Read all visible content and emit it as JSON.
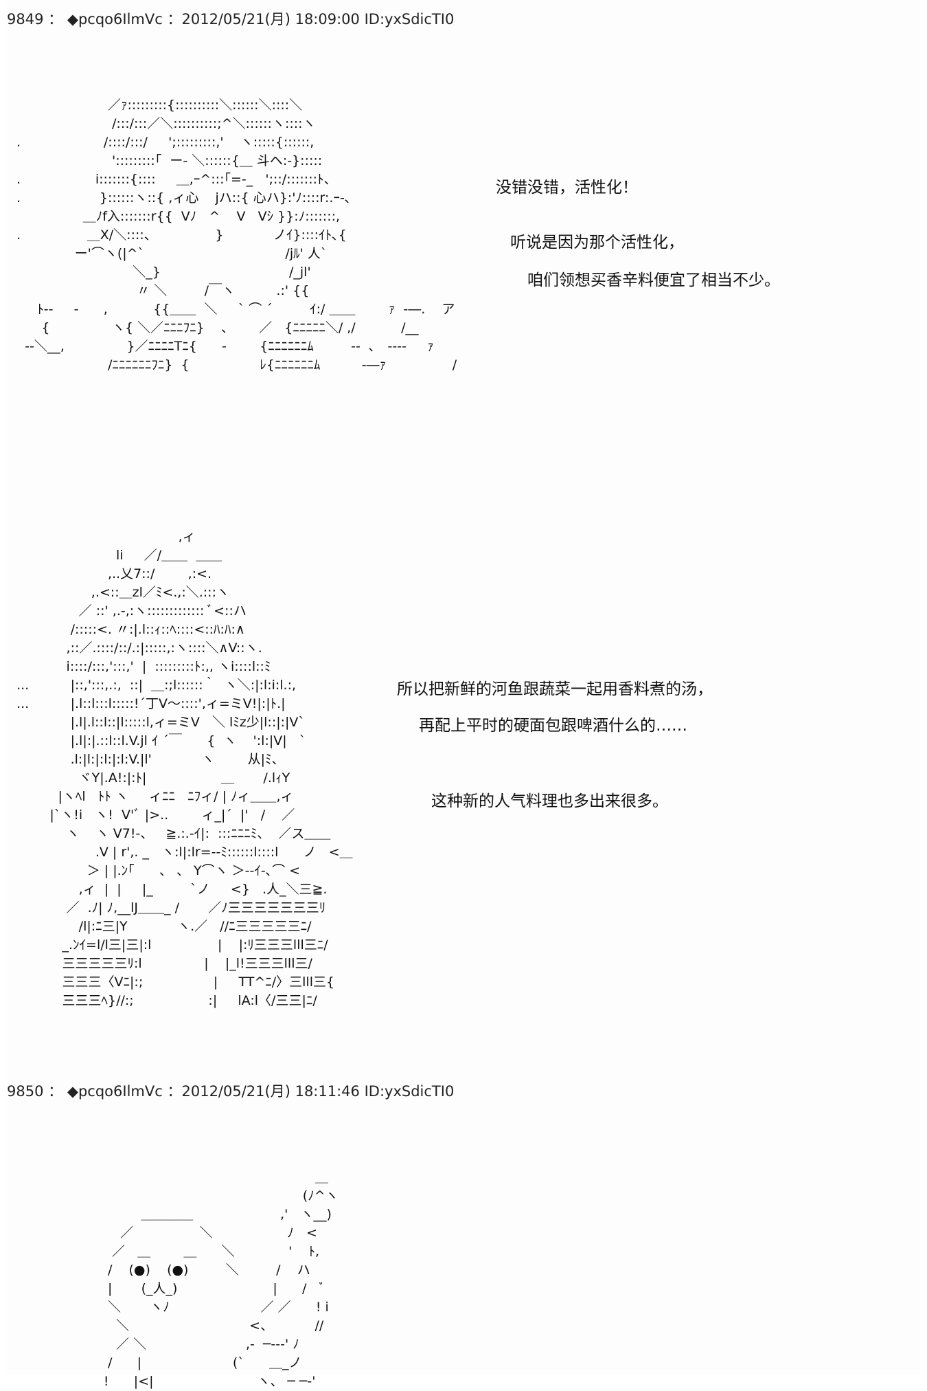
{
  "posts": [
    {
      "number": "9849",
      "separator": "：",
      "name": "◆pcqo6IlmVc",
      "date": "：2012/05/21(月) 18:09:00",
      "uid": "ID:yxSdicTI0",
      "art": [
        "                        ／ｧ:::::::::{::::::::::＼::::::＼::::＼",
        "                         /:::/:::／＼::::::::::;^＼::::::ヽ::::ヽ",
        "  .                    /::::/:::/     ';:::::::::,'    ヽ:::::{::::::,",
        "                         ':::::::::｢  ー‐ ＼::::::{＿ 斗ヘ:‐}:::::",
        "  .                  i:::::::{::::     ＿,ｰ^:::｢=-_   ';::/:::::::ﾄ、",
        "  .                   }::::::ヽ::{ ,ィ心    jハ::{ 心ハ}:'ﾉ::::r:.ｰ-､",
        "                  ＿ﾉf入:::::::r{{  Vﾉ   ^    V   Vｼ }}:ﾉ:::::::,",
        "  .                ＿X/＼::::、              }            ノｲ}::::ｲﾄ､{",
        "                ー'⌒ヽ(|^`                                  /jﾙ' 人`",
        "                              ＼_}                               /_jl'",
        "                               〃 ＼         /￣ヽ          .:' {{",
        "       ﾄ‐‐     -      ,           {{＿＿  ＼     ` ⌒ ´         ｲ:/ ＿＿        ｧ  ‐―.    ア",
        "        {               ヽ{ ＼／ﾆﾆﾆﾌﾆ}    、      ／   {ﾆﾆﾆﾆﾆ＼/ ,/           /__",
        "    ‐‐＼__,               }／ﾆﾆﾆﾆTﾆ{      ‐        {ﾆﾆﾆﾆﾆﾆﾑ         ‐‐  ､   ‐‐‐‐     ｧ",
        "                        /ﾆﾆﾆﾆﾆﾆﾌﾆ}  {                 ﾚ{ﾆﾆﾆﾆﾆﾆﾑ          ‐―ｧ                /"
      ],
      "dialogues": [
        "没错没错，活性化！",
        "听说是因为那个活性化，",
        "咱们领想买香辛料便宜了相当不少。"
      ],
      "art2": [
        "                                         ,ィ",
        "                          li     ／/＿＿  ＿＿",
        "                        ,..乂7::/        ,:<.",
        "                    ,.<::＿zl／ﾐ<.,:＼.:::ヽ",
        "                 ／ ::' ,.-,:ヽ::::::::::::: ﾞ<::ハ",
        "               /:::::<. 〃:|.l::ｨ::ﾍ::::<::ﾊ:ﾊ:∧",
        "              ,::／.::::/::/.:|:::::,:ヽ::::＼∧V::ヽ.",
        "              i::::/:::,':::,'  |  :::::::::ﾄ:,, ヽi::::l::ﾐ",
        "  ...          |::,':::,.:,  ::|  ＿:;l::::::｀  ヽ＼:|:l:i:l.:,",
        "  ...          |.l::l:::l:::::!´丁V〜::::',ィ=ミV!|:|ﾄ.|",
        "               |.l|.l::l::|l:::::l,ィ=ミV   ＼ lﾐz少|l::|:|V`",
        "               |.l|:|.::l::l.V.jl ｲ ´￣      {  ヽ    ':l:|V|   `",
        "               .l:|l:|:l:|:l:V.|l'            ヽ        从|ﾐ、",
        "                 ヾY|.A!:|:ﾄ|                  ＿       /.lｨY",
        "            |ヽﾍl   ﾄﾄ ヽ     ィﾆﾆ   ﾆﾌィ/ | ﾉィ＿＿,ィ",
        "          |`ヽ!i   ヽ!  V'ﾞ |>..        ィ_|´  |'   /    ／",
        "              ヽ    ヽ V7!-、   ≧.:.-ｲ|:  :::ﾆﾆﾆﾐ、  ／ス＿＿",
        "                     .V | r',. _   ヽ:l|:lr=‐-ﾐ::::::l::::l      ノ   <＿",
        "                   ＞ | |.ﾝ｢      、 、 Y⌒ヽ ＞--ｲ-､⌒ <",
        "                 ,ィ  |  |     |_         `ノ     <}   .人_＼三≧.",
        "              ／  .ﾉ| ﾉ,__lJ＿＿_ /       ／ﾉ三三三三三三三ﾘ",
        "                 /l|:ﾆ三|Y            ヽ.／   //ﾆ三三三三三ﾆ/",
        "             _.ﾝｲ=l/l三|三|:l                |    |:ﾘ三三三lll三ﾆ/",
        "             三三三三三ﾘ:l               |    |_l!三三三lll三/",
        "             三三三〈Vﾆ|:;                 |     TT^ﾆ/〉三lll三{",
        "             三三三ﾍ}//:;                  :|     lA:l〈/三三|ﾆ/"
      ],
      "dialogues2": [
        "所以把新鲜的河鱼跟蔬菜一起用香料煮的汤，",
        "再配上平时的硬面包跟啤酒什么的……",
        "这种新的人气料理也多出来很多。"
      ]
    },
    {
      "number": "9850",
      "separator": "：",
      "name": "◆pcqo6IlmVc",
      "date": "：2012/05/21(月) 18:11:46",
      "uid": "ID:yxSdicTI0",
      "art": [
        "                                                                          ＿",
        "                                                                       (ﾉ^ヽ",
        "                                ＿＿＿＿                     ,'   ヽ__)",
        "                           ／                ＼                  ﾉ   <",
        "                         ／   ＿        ＿      ＼             '    ﾄ,",
        "                        /    (●)    (●)         ＼         /    ハ",
        "                        |       (_人_)                       |      /   ﾞ",
        "                        ＼       ヽﾉ                      ／ ／      ! i",
        "                          ＼                             <、          //",
        "                          ／ ＼                        ,-  ─--‐' ﾉ",
        "                        /      |                      (`      ＿_ノ",
        "                       !      |<|                         ヽ、 ─ ─‐'"
      ]
    }
  ]
}
